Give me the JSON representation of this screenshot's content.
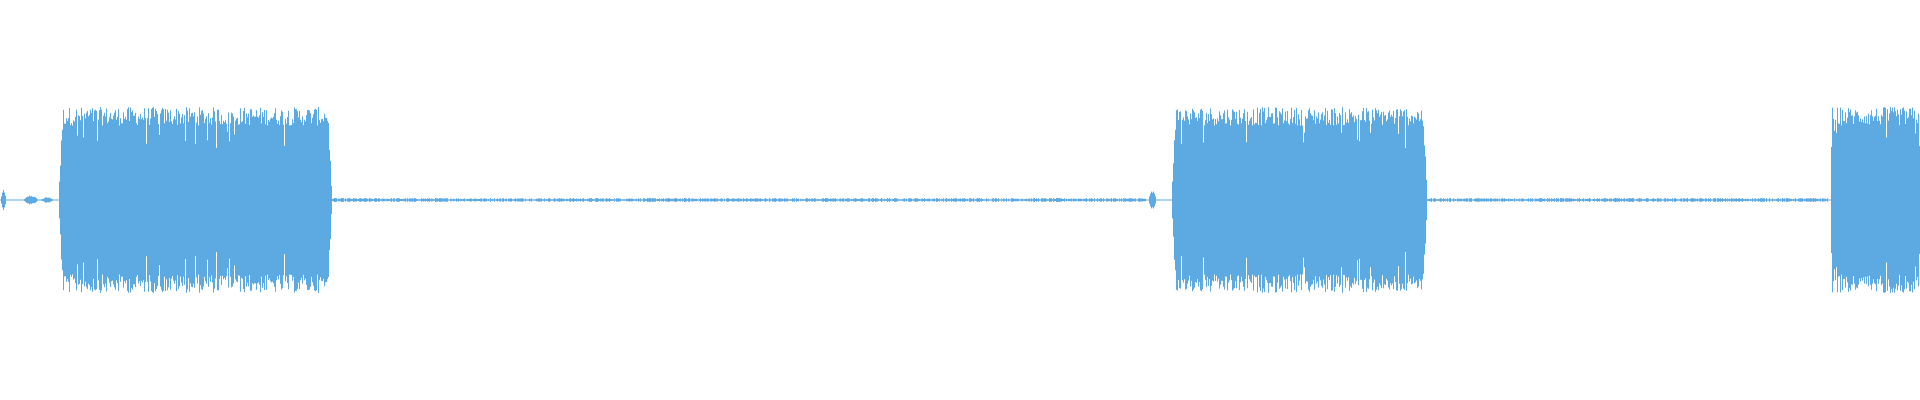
{
  "waveform": {
    "color": "#5DAAE2",
    "background": "#FFFFFF",
    "segments": [
      {
        "start": 0.0,
        "end": 0.003,
        "kind": "blip",
        "level": 0.1
      },
      {
        "start": 0.012,
        "end": 0.02,
        "kind": "blip",
        "level": 0.05
      },
      {
        "start": 0.021,
        "end": 0.028,
        "kind": "blip",
        "level": 0.03
      },
      {
        "start": 0.03,
        "end": 0.173,
        "kind": "burst",
        "level": 0.93
      },
      {
        "start": 0.173,
        "end": 0.597,
        "kind": "noise",
        "level": 0.02
      },
      {
        "start": 0.598,
        "end": 0.602,
        "kind": "blip",
        "level": 0.1
      },
      {
        "start": 0.61,
        "end": 0.743,
        "kind": "burst",
        "level": 0.93
      },
      {
        "start": 0.743,
        "end": 0.952,
        "kind": "noise",
        "level": 0.02
      },
      {
        "start": 0.953,
        "end": 1.0,
        "kind": "burst",
        "level": 0.93
      }
    ]
  }
}
